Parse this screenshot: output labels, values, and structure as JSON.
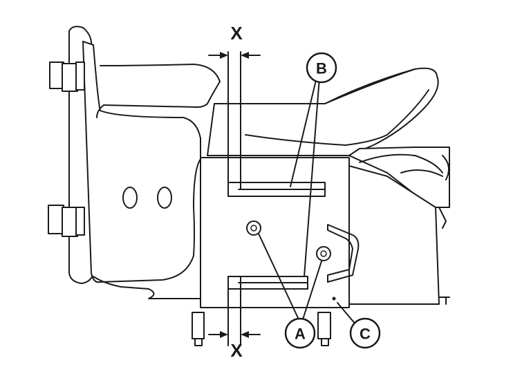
{
  "diagram": {
    "dimension_label_top": "X",
    "dimension_label_bottom": "X",
    "callouts": {
      "a": "A",
      "b": "B",
      "c": "C"
    },
    "line_color": "#1a1a1a",
    "background": "#ffffff"
  }
}
